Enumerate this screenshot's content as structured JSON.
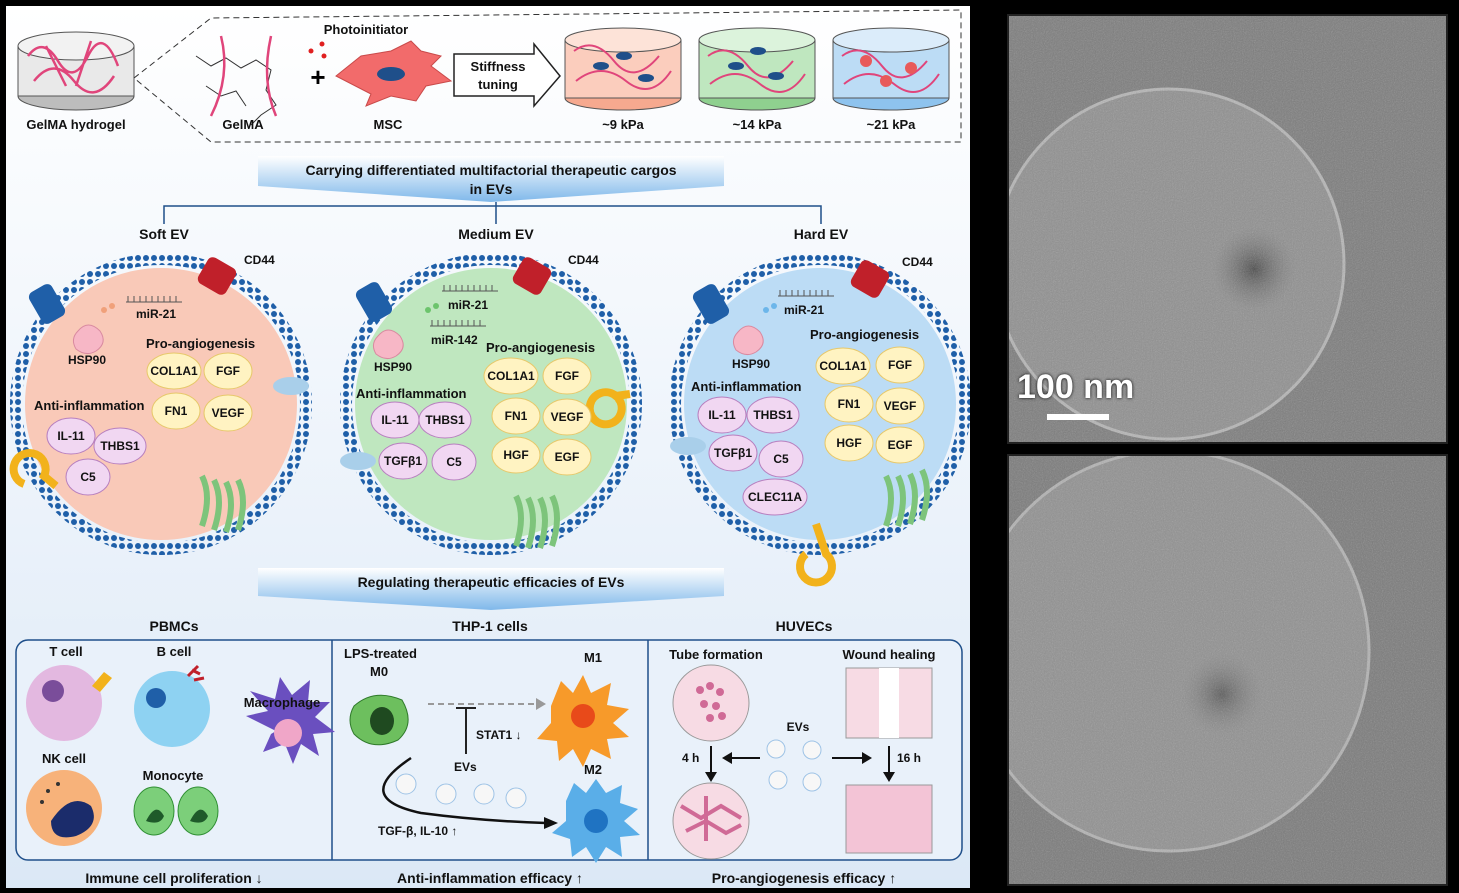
{
  "top": {
    "hydrogel_label": "GelMA hydrogel",
    "gelma_label": "GelMA",
    "photoinitiator_label": "Photoinitiator",
    "msc_label": "MSC",
    "stiffness_label_1": "Stiffness",
    "stiffness_label_2": "tuning",
    "kpa_labels": [
      "~9 kPa",
      "~14 kPa",
      "~21 kPa"
    ]
  },
  "banner1": {
    "line1": "Carrying differentiated multifactorial therapeutic cargos",
    "line2": "in EVs"
  },
  "ev_titles": [
    "Soft EV",
    "Medium EV",
    "Hard EV"
  ],
  "soft": {
    "cd44": "CD44",
    "mir": "miR-21",
    "hsp": "HSP90",
    "pro": "Pro-angiogenesis",
    "anti": "Anti-inflammation",
    "pro_items": [
      "COL1A1",
      "FGF",
      "FN1",
      "VEGF"
    ],
    "anti_items": [
      "IL-11",
      "THBS1",
      "C5"
    ]
  },
  "medium": {
    "cd44": "CD44",
    "mir1": "miR-21",
    "mir2": "miR-142",
    "hsp": "HSP90",
    "pro": "Pro-angiogenesis",
    "anti": "Anti-inflammation",
    "pro_items": [
      "COL1A1",
      "FGF",
      "FN1",
      "VEGF",
      "HGF",
      "EGF"
    ],
    "anti_items": [
      "IL-11",
      "THBS1",
      "TGFβ1",
      "C5"
    ]
  },
  "hard": {
    "cd44": "CD44",
    "mir": "miR-21",
    "hsp": "HSP90",
    "pro": "Pro-angiogenesis",
    "anti": "Anti-inflammation",
    "pro_items": [
      "COL1A1",
      "FGF",
      "FN1",
      "VEGF",
      "HGF",
      "EGF"
    ],
    "anti_items": [
      "IL-11",
      "THBS1",
      "TGFβ1",
      "C5",
      "CLEC11A"
    ]
  },
  "banner2": "Regulating therapeutic efficacies of EVs",
  "sections": {
    "pbmcs": {
      "title": "PBMCs",
      "tcell": "T cell",
      "bcell": "B cell",
      "macrophage": "Macrophage",
      "nkcell": "NK cell",
      "monocyte": "Monocyte",
      "footer": "Immune cell proliferation ↓"
    },
    "thp1": {
      "title": "THP-1 cells",
      "lps": "LPS-treated",
      "m0": "M0",
      "m1": "M1",
      "m2": "M2",
      "stat": "STAT1 ↓",
      "evs": "EVs",
      "tgf": "TGF-β, IL-10 ↑",
      "footer": "Anti-inflammation efficacy ↑"
    },
    "huvecs": {
      "title": "HUVECs",
      "tube": "Tube formation",
      "wound": "Wound healing",
      "evs": "EVs",
      "h4": "4 h",
      "h16": "16 h",
      "footer": "Pro-angiogenesis efficacy ↑"
    }
  },
  "micrographs": {
    "scale_label": "100 nm"
  },
  "colors": {
    "soft": "#f9c9b8",
    "medium": "#bfe7bf",
    "hard": "#bcdcf5",
    "membrane": "#1f5fa8",
    "pro_fill": "#fff3c2",
    "anti_fill": "#f1d7f2"
  }
}
